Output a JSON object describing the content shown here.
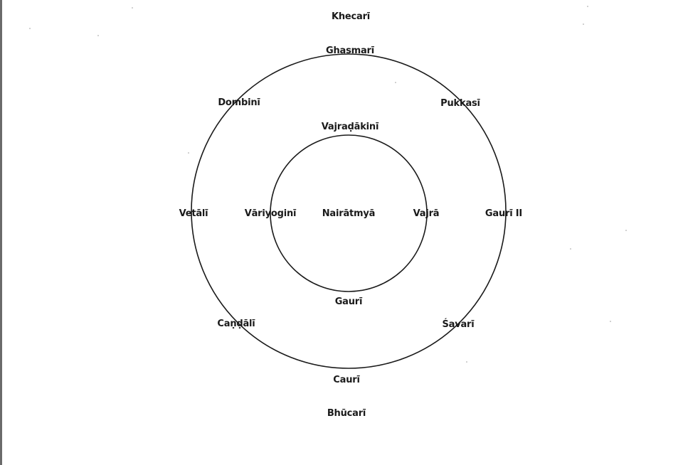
{
  "labels": {
    "top": "Khecarī",
    "bottom": "Bhūcarī",
    "center": "Nairātmyā",
    "outer": {
      "top": "Ghasmarī",
      "top_left": "Dombinī",
      "top_right": "Pukkasī",
      "left": "Vetālī",
      "right": "Gaurī II",
      "bottom_left": "Caṇḍālī",
      "bottom_right": "Śavarī",
      "bottom": "Caurī"
    },
    "inner": {
      "top": "Vajraḍākinī",
      "left": "Vāriyoginī",
      "right": "Vajrā",
      "bottom": "Gaurī"
    }
  }
}
